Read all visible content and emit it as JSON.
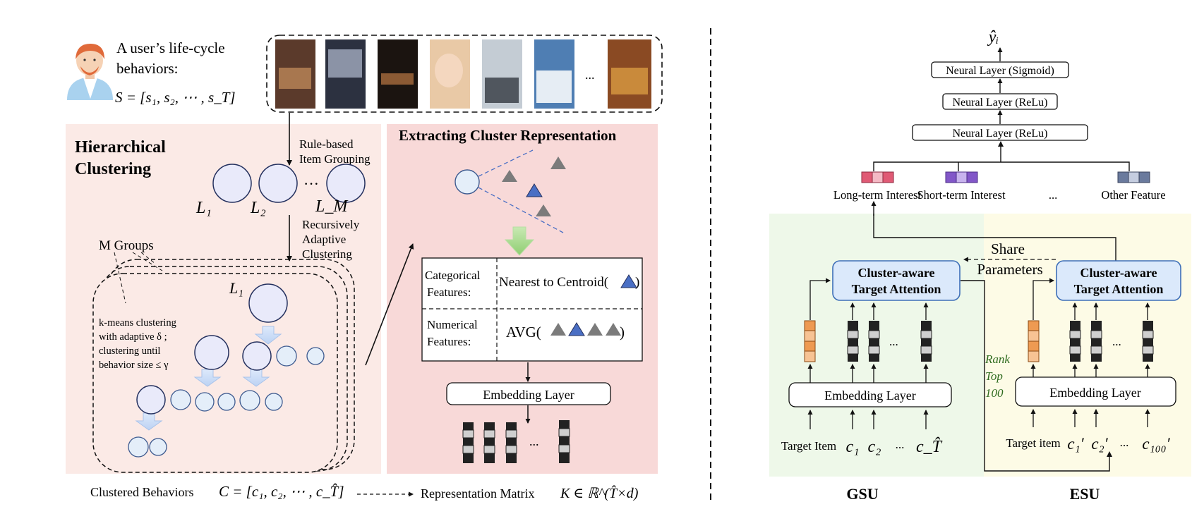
{
  "left": {
    "user_desc_line1": "A user’s life-cycle",
    "user_desc_line2": "behaviors:",
    "seq_formula": "S = [s₁, s₂, ⋯ , s_T]",
    "ellipsis": "...",
    "hier_title_line1": "Hierarchical",
    "hier_title_line2": "Clustering",
    "rule_based_line1": "Rule-based",
    "rule_based_line2": "Item Grouping",
    "level_labels": [
      "L₁",
      "L₂",
      "L_M"
    ],
    "level_dots": "···",
    "recursive_line1": "Recursively",
    "recursive_line2": "Adaptive",
    "recursive_line3": "Clustering",
    "m_groups": "M Groups",
    "inner_l1": "L₁",
    "kmeans_lines": [
      "k-means clustering",
      "with adaptive δ ;",
      "clustering until",
      "behavior size ≤ γ"
    ],
    "clustered_behaviors": "Clustered Behaviors",
    "clustered_formula": "C = [c₁, c₂, ⋯ , c_T̂]",
    "extract_title": "Extracting Cluster Representation",
    "categorical_line1": "Categorical",
    "categorical_line2": "Features:",
    "numerical_line1": "Numerical",
    "numerical_line2": "Features:",
    "nearest_centroid": "Nearest to Centroid(",
    "avg_label": "AVG(",
    "embedding_layer": "Embedding Layer",
    "embed_ellipsis": "...",
    "rep_matrix": "Representation Matrix",
    "rep_formula": "K ∈ ℝ^(T̂×d)"
  },
  "right": {
    "output": "ŷᵢ",
    "neural_sigmoid": "Neural Layer (Sigmoid)",
    "neural_relu_1": "Neural Layer (ReLu)",
    "neural_relu_2": "Neural Layer (ReLu)",
    "feature_labels": [
      "Long-term Interest",
      "Short-term Interest",
      "...",
      "Other Feature"
    ],
    "share_line1": "Share",
    "share_line2": "Parameters",
    "cta_line1": "Cluster-aware",
    "cta_line2": "Target Attention",
    "rank_lines": [
      "Rank",
      "Top",
      "100"
    ],
    "embedding_layer": "Embedding Layer",
    "gsu_inputs": [
      "Target Item",
      "c₁",
      "c₂",
      "...",
      "c_T̂"
    ],
    "esu_inputs": [
      "Target item",
      "c₁′",
      "c₂′",
      "...",
      "c₁₀₀′"
    ],
    "gsu": "GSU",
    "esu": "ESU",
    "token_ellipsis": "..."
  },
  "colors": {
    "pink_panel": "#fbeae6",
    "pink_panel_2": "#f8d9d8",
    "green_panel": "#eef8e9",
    "yellow_panel": "#fdfbe6",
    "circle_fill": "#e9eafa",
    "circle_stroke": "#24305e",
    "small_circle_fill": "#e4eef9",
    "small_circle_stroke": "#3d5a8f",
    "triangle_gray": "#7b7b7b",
    "triangle_blue": "#4a6fc4",
    "cta_fill": "#dbe9fb",
    "cta_stroke": "#3e6fb8",
    "orange": "#ee9a52",
    "long_term": "#e05a75",
    "short_term": "#8257c8",
    "other_feature": "#6a7a9d",
    "rank_text": "#2f6b1f"
  }
}
